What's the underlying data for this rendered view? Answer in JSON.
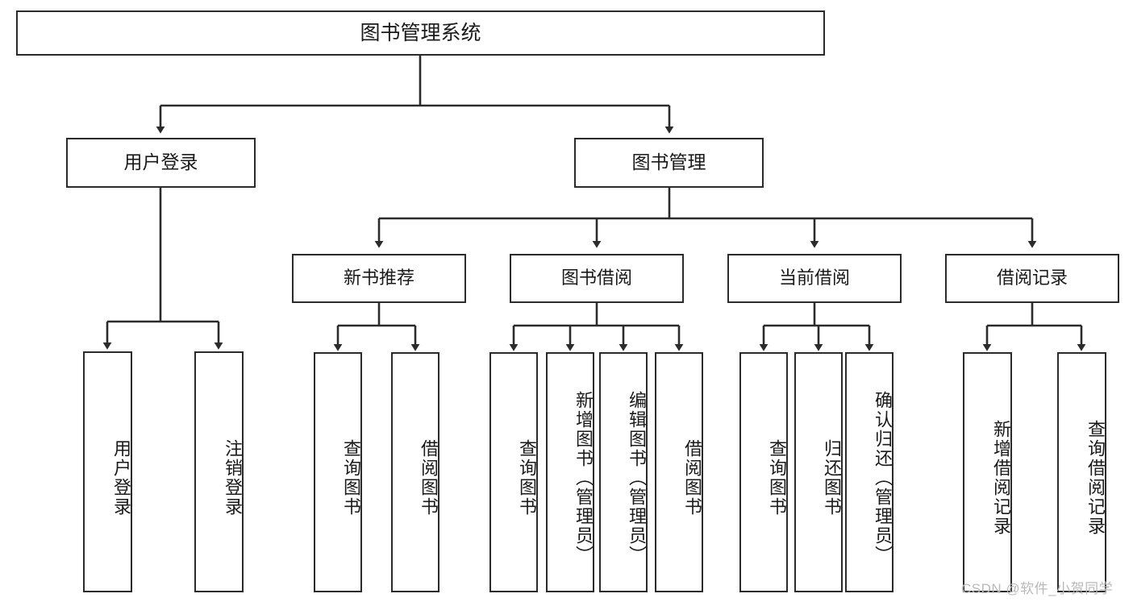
{
  "diagram": {
    "type": "tree",
    "title": "图书管理系统",
    "root": {
      "label": "图书管理系统"
    },
    "level1": [
      {
        "label": "用户登录"
      },
      {
        "label": "图书管理"
      }
    ],
    "level2": [
      {
        "label": "新书推荐"
      },
      {
        "label": "图书借阅"
      },
      {
        "label": "当前借阅"
      },
      {
        "label": "借阅记录"
      }
    ],
    "leaves": {
      "user_login": [
        {
          "label": "用户登录"
        },
        {
          "label": "注销登录"
        }
      ],
      "new_book_recommend": [
        {
          "label": "查询图书"
        },
        {
          "label": "借阅图书"
        }
      ],
      "book_borrow": [
        {
          "label": "查询图书"
        },
        {
          "label": "新增图书（管理员）"
        },
        {
          "label": "编辑图书（管理员）"
        },
        {
          "label": "借阅图书"
        }
      ],
      "current_borrow": [
        {
          "label": "查询图书"
        },
        {
          "label": "归还图书"
        },
        {
          "label": "确认归还（管理员）"
        }
      ],
      "borrow_record": [
        {
          "label": "新增借阅记录"
        },
        {
          "label": "查询借阅记录"
        }
      ]
    },
    "colors": {
      "stroke": "#2b2b2b",
      "fill": "#ffffff",
      "text": "#1a1a1a",
      "watermark": "#b9b9b9"
    }
  },
  "watermark": {
    "text": "CSDN @软件_小贺同学"
  }
}
